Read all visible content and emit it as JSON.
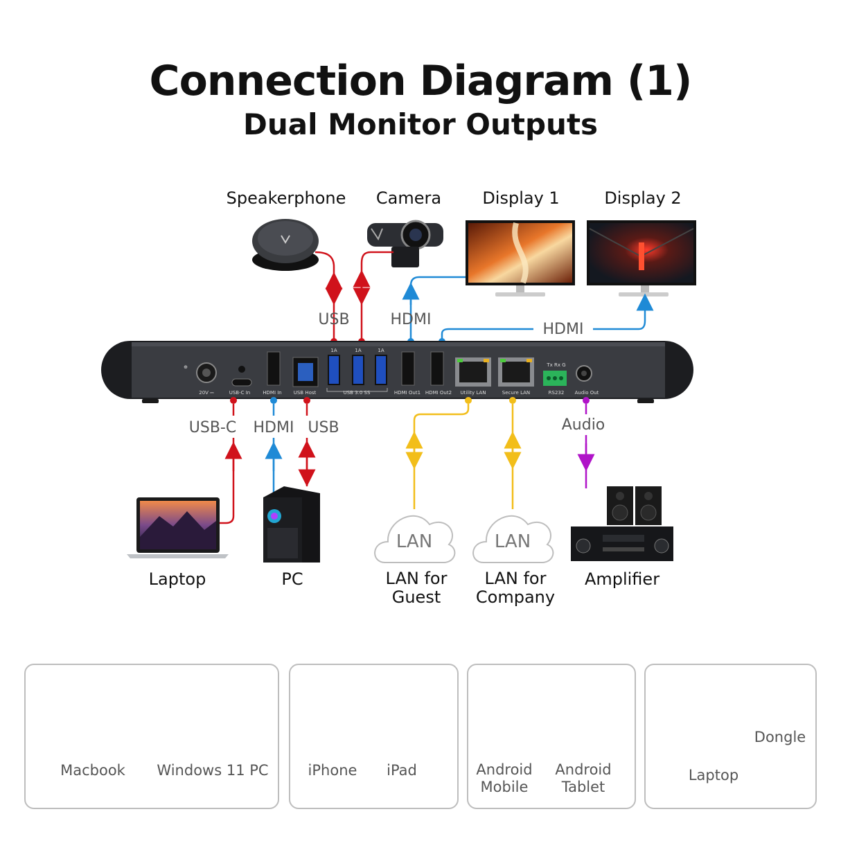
{
  "title": "Connection Diagram (1)",
  "subtitle": "Dual Monitor Outputs",
  "top_devices": {
    "speakerphone": "Speakerphone",
    "camera": "Camera",
    "display1": "Display 1",
    "display2": "Display 2"
  },
  "bottom_devices": {
    "laptop": "Laptop",
    "pc": "PC",
    "lan_guest": "LAN for Guest",
    "lan_company": "LAN for Company",
    "amplifier": "Amplifier",
    "cloud_text": "LAN"
  },
  "cable_labels": {
    "usb_top": "USB",
    "hdmi_top": "HDMI",
    "hdmi_display2": "HDMI",
    "usbc": "USB-C",
    "hdmi_in": "HDMI",
    "usb_host": "USB",
    "audio": "Audio"
  },
  "port_labels": {
    "power": "20V ⎓",
    "usbc_in": "USB-C In",
    "hdmi_in": "HDMI In",
    "usb_host": "USB Host",
    "usb30": "USB 3.0 SS",
    "usb_1a_1": "1A",
    "usb_1a_2": "1A",
    "usb_1a_3": "1A",
    "hdmi_out1": "HDMI Out1",
    "hdmi_out2": "HDMI Out2",
    "utility_lan": "Utility LAN",
    "secure_lan": "Secure LAN",
    "rs232": "RS232",
    "rs232_pins": "Tx  Rx  G",
    "audio_out": "Audio Out"
  },
  "compatible_devices": [
    {
      "label": "Macbook"
    },
    {
      "label": "Windows 11 PC"
    },
    {
      "label": "iPhone"
    },
    {
      "label": "iPad"
    },
    {
      "label": "Android Mobile"
    },
    {
      "label": "Android Tablet"
    },
    {
      "label": "Laptop"
    },
    {
      "label": "Dongle"
    }
  ],
  "colors": {
    "usb": "#d0121b",
    "hdmi": "#1f8ad6",
    "lan": "#f2be1a",
    "audio": "#b013c8",
    "hub_body": "#2b2d31"
  }
}
